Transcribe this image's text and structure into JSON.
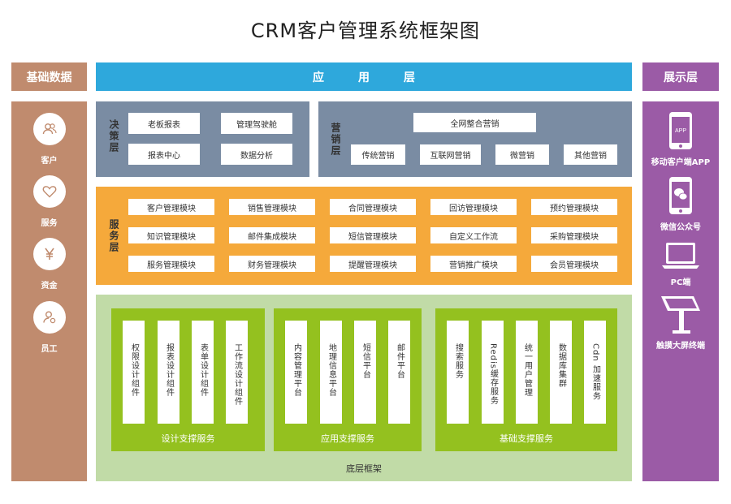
{
  "title": "CRM客户管理系统框架图",
  "left": {
    "header": "基础数据",
    "items": [
      {
        "label": "客户",
        "icon": "users-icon"
      },
      {
        "label": "服务",
        "icon": "heart-icon"
      },
      {
        "label": "资金",
        "icon": "yen-icon"
      },
      {
        "label": "员工",
        "icon": "employee-icon"
      }
    ]
  },
  "top_bar": "应　　　用　　　层",
  "right": {
    "header": "展示层",
    "items": [
      {
        "label": "移动客户端APP",
        "icon": "phone-app-icon",
        "icon_text": "APP"
      },
      {
        "label": "微信公众号",
        "icon": "wechat-icon"
      },
      {
        "label": "PC端",
        "icon": "laptop-icon"
      },
      {
        "label": "触摸大屏终端",
        "icon": "kiosk-icon"
      }
    ]
  },
  "decision": {
    "title": "决策层",
    "items": [
      "老板报表",
      "管理驾驶舱",
      "报表中心",
      "数据分析"
    ]
  },
  "marketing": {
    "title": "营销层",
    "top": "全网整合营销",
    "items": [
      "传统营销",
      "互联网营销",
      "微营销",
      "其他营销"
    ]
  },
  "service": {
    "title": "服务层",
    "rows": [
      [
        "客户管理模块",
        "销售管理模块",
        "合同管理模块",
        "回访管理模块",
        "预约管理模块"
      ],
      [
        "知识管理模块",
        "邮件集成模块",
        "短信管理模块",
        "自定义工作流",
        "采购管理模块"
      ],
      [
        "服务管理模块",
        "财务管理模块",
        "提醒管理模块",
        "营销推广模块",
        "会员管理模块"
      ]
    ]
  },
  "bottom": {
    "label": "底层框架",
    "groups": [
      {
        "label": "设计支撑服务",
        "cols": [
          "权限设计组件",
          "报表设计组件",
          "表单设计组件",
          "工作流设计组件"
        ]
      },
      {
        "label": "应用支撑服务",
        "cols": [
          "内容管理平台",
          "地理信息平台",
          "短信平台",
          "邮件平台"
        ]
      },
      {
        "label": "基础支撑服务",
        "cols": [
          "搜索服务",
          "Redis缓存服务",
          "统一用户管理",
          "数据库集群",
          "Cdn 加速服务"
        ]
      }
    ]
  },
  "colors": {
    "left": "#c08b6e",
    "top": "#2ea8dc",
    "right": "#9b5ba6",
    "gray": "#7a8ca3",
    "orange": "#f5a93b",
    "lightgreen": "#c1dba7",
    "green": "#94c11f"
  }
}
